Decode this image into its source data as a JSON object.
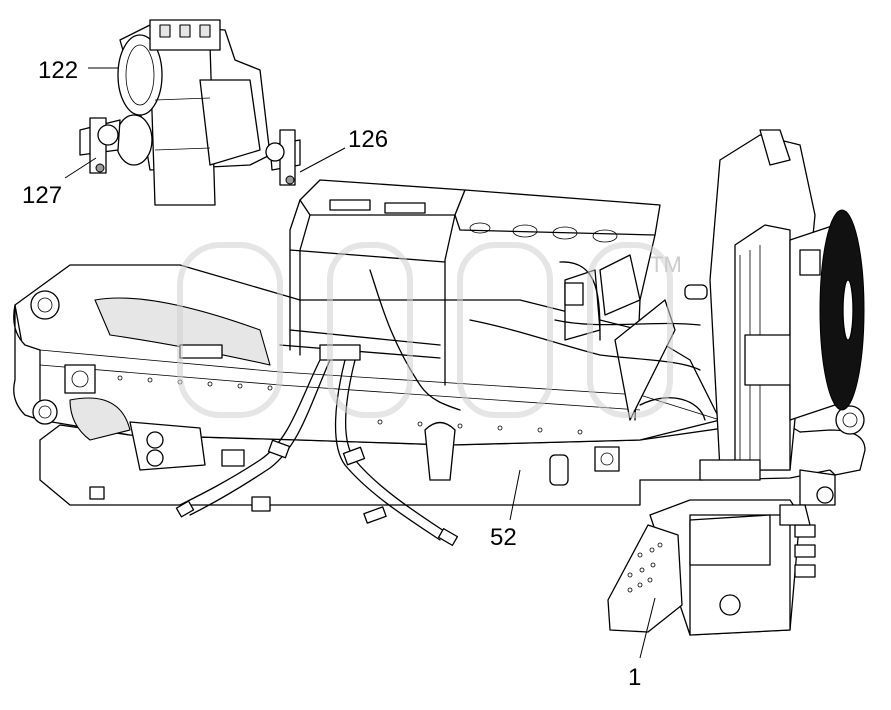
{
  "diagram": {
    "callouts": [
      {
        "id": "c122",
        "label": "122",
        "part": "transmission"
      },
      {
        "id": "c126",
        "label": "126",
        "part": "mount-bracket-right"
      },
      {
        "id": "c127",
        "label": "127",
        "part": "mount-bracket-left"
      },
      {
        "id": "c52",
        "label": "52",
        "part": "frame"
      },
      {
        "id": "c1",
        "label": "1",
        "part": "battery-box"
      }
    ],
    "watermark_mark": "TM"
  }
}
